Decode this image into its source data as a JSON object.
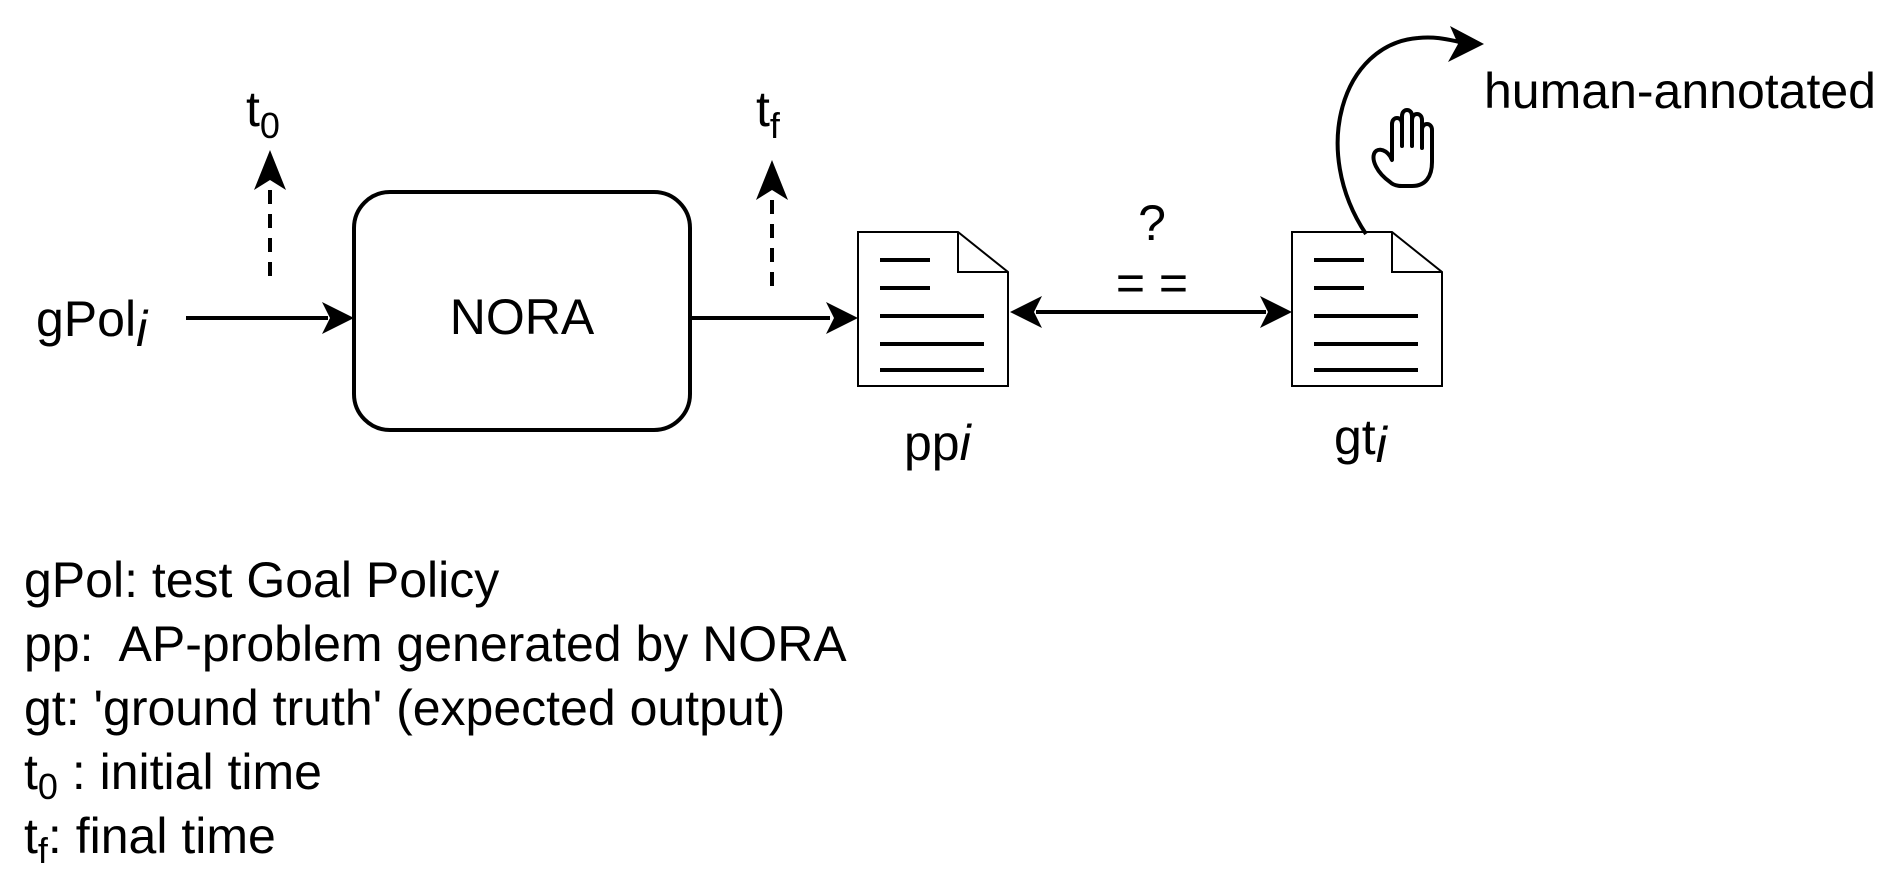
{
  "diagram": {
    "input_label": "gPol",
    "input_sub": "i",
    "process_label": "NORA",
    "t0_label": "t",
    "t0_sub": "0",
    "tf_label": "t",
    "tf_sub": "f",
    "output_doc_label": "pp",
    "output_doc_sub": "i",
    "truth_doc_label": "gt",
    "truth_doc_sub": "i",
    "compare_question": "?",
    "compare_equals": "= =",
    "annotation_label": "human-annotated",
    "annotation_icon": "hand-icon"
  },
  "legend": {
    "gpol": "gPol: test Goal Policy",
    "pp": "pp:  AP-problem generated by NORA",
    "gt": "gt: 'ground truth' (expected output)",
    "t0_main": "t",
    "t0_sub": "0",
    "t0_rest": " : initial time",
    "tf_main": "t",
    "tf_sub": "f",
    "tf_rest": ": final time"
  }
}
